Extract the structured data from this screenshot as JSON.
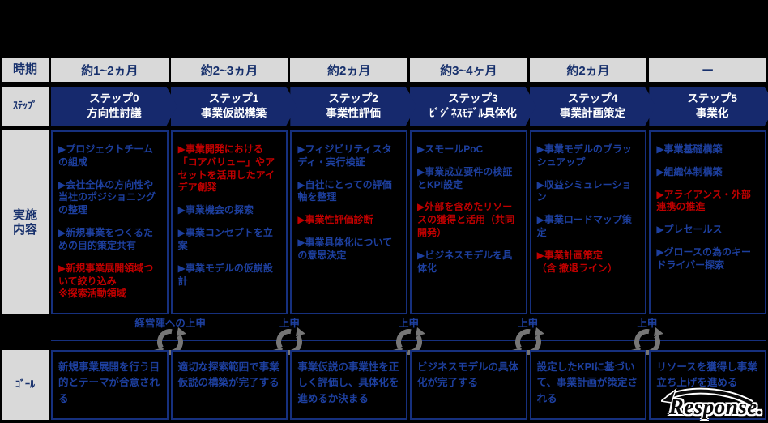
{
  "row_labels": {
    "period": "時期",
    "step": "ｽﾃｯﾌﾟ",
    "content": "実施\n内容",
    "goal": "ｺﾞｰﾙ"
  },
  "columns": [
    {
      "period": "約1~2ヵ月",
      "step_title": "ステップ0",
      "step_subtitle": "方向性討議",
      "items": [
        {
          "text": "▶プロジェクトチームの組成",
          "color": "blue"
        },
        {
          "text": "▶会社全体の方向性や当社のポジショニングの整理",
          "color": "blue"
        },
        {
          "text": "▶新規事業をつくるための目的策定共有",
          "color": "blue"
        },
        {
          "text": "▶新規事業展開領域ついて絞り込み\n※探索活動領域",
          "color": "red"
        }
      ],
      "goal": "新規事業展開を行う目的とテーマが合意される"
    },
    {
      "period": "約2~3ヵ月",
      "step_title": "ステップ1",
      "step_subtitle": "事業仮説構築",
      "items": [
        {
          "text": "▶事業開発における「コアバリュー」やアセットを活用したアイデア創発",
          "color": "red"
        },
        {
          "text": "▶事業機会の探索",
          "color": "blue"
        },
        {
          "text": "▶事業コンセプトを立案",
          "color": "blue"
        },
        {
          "text": "▶事業モデルの仮説設計",
          "color": "blue"
        }
      ],
      "goal": "適切な探索範囲で事業仮説の構築が完了する"
    },
    {
      "period": "約2ヵ月",
      "step_title": "ステップ2",
      "step_subtitle": "事業性評価",
      "items": [
        {
          "text": "▶フィジビリティスタディ・実行検証",
          "color": "blue"
        },
        {
          "text": "▶自社にとっての評価軸を整理",
          "color": "blue"
        },
        {
          "text": "▶事業性評価診断",
          "color": "red"
        },
        {
          "text": "▶事業具体化についての意思決定",
          "color": "blue"
        }
      ],
      "goal": "事業仮説の事業性を正しく評価し、具体化を進めるか決まる"
    },
    {
      "period": "約3~4ヶ月",
      "step_title": "ステップ3",
      "step_subtitle": "ﾋﾞｼﾞﾈｽﾓﾃﾞﾙ具体化",
      "items": [
        {
          "text": "▶スモールPoC",
          "color": "blue"
        },
        {
          "text": "▶事業成立要件の検証とKPI設定",
          "color": "blue"
        },
        {
          "text": "▶外部を含めたリソースの獲得と活用（共同開発）",
          "color": "red"
        },
        {
          "text": "▶ビジネスモデルを具体化",
          "color": "blue"
        }
      ],
      "goal": "ビジネスモデルの具体化が完了する"
    },
    {
      "period": "約2ヵ月",
      "step_title": "ステップ4",
      "step_subtitle": "事業計画策定",
      "items": [
        {
          "text": "▶事業モデルのブラッシュアップ",
          "color": "blue"
        },
        {
          "text": "▶収益シミュレーション",
          "color": "blue"
        },
        {
          "text": "▶事業ロードマップ策定",
          "color": "blue"
        },
        {
          "text": "▶事業計画策定\n（含 撤退ライン）",
          "color": "red"
        }
      ],
      "goal": "設定したKPIに基づいて、事業計画が策定される"
    },
    {
      "period": "ー",
      "step_title": "ステップ5",
      "step_subtitle": "事業化",
      "items": [
        {
          "text": "▶事業基礎構築",
          "color": "blue"
        },
        {
          "text": "▶組織体制構築",
          "color": "blue"
        },
        {
          "text": "▶アライアンス・外部連携の推進",
          "color": "red"
        },
        {
          "text": "▶プレセールス",
          "color": "blue"
        },
        {
          "text": "▶グロースの為のキードライバー探索",
          "color": "blue"
        }
      ],
      "goal": "リソースを獲得し事業立ち上げを進める"
    }
  ],
  "timeline": {
    "nodes": [
      {
        "label": "経営陣への上申"
      },
      {
        "label": "上申"
      },
      {
        "label": "上申"
      },
      {
        "label": "上申"
      },
      {
        "label": "上申"
      }
    ]
  },
  "logo": {
    "text": "Response."
  },
  "colors": {
    "accent_navy": "#16296d",
    "border_navy": "#16307e",
    "text_blue": "#1d3f9e",
    "text_red": "#c00000",
    "label_bg": "#d9d9d9",
    "icon_gray": "#767676"
  }
}
